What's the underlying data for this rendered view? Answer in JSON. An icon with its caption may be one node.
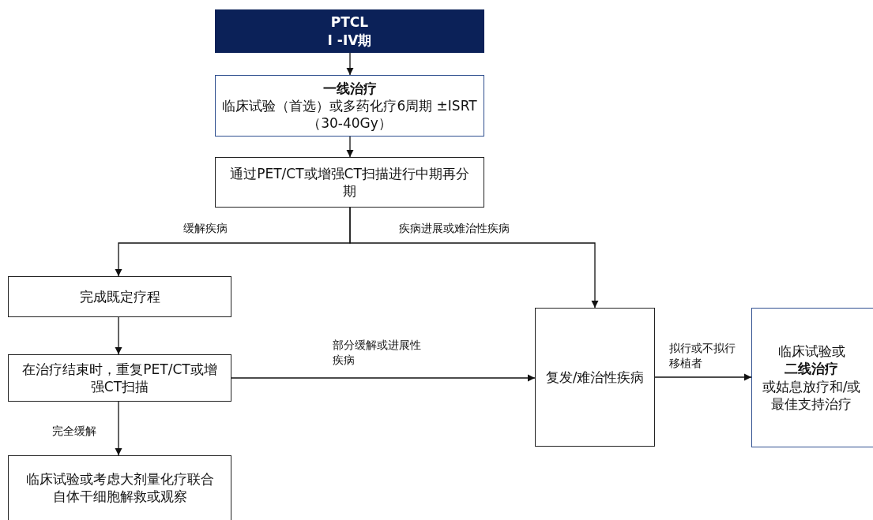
{
  "diagram": {
    "nodes": [
      {
        "text": [
          "PTCL",
          "I -IV期"
        ]
      },
      {
        "text": [
          "一线治疗",
          "临床试验（首选）或多药化疗6周期 ±ISRT（30-40Gy）"
        ]
      },
      {
        "text": [
          "通过PET/CT或增强CT扫描进行中期再分期"
        ]
      },
      {
        "text": [
          "完成既定疗程"
        ]
      },
      {
        "text": [
          "在治疗结束时，重复PET/CT或增强CT扫描"
        ]
      },
      {
        "text": [
          "临床试验或考虑大剂量化疗联合自体干细胞解救或观察"
        ]
      },
      {
        "text": [
          "复发/难治性疾病"
        ]
      },
      {
        "text": [
          "临床试验或",
          "二线治疗",
          "或姑息放疗和/或最佳支持治疗"
        ]
      }
    ],
    "edges": [
      {
        "from": 0,
        "to": 1,
        "arrow": "to"
      },
      {
        "from": 1,
        "to": 2,
        "arrow": "to"
      },
      {
        "from": 2,
        "to": 3,
        "arrow": "to",
        "label": "缓解疾病"
      },
      {
        "from": 2,
        "to": 6,
        "arrow": "to",
        "label": "疾病进展或难治性疾病"
      },
      {
        "from": 3,
        "to": 4,
        "arrow": "to"
      },
      {
        "from": 4,
        "to": 5,
        "arrow": "to",
        "label": "完全缓解"
      },
      {
        "from": 4,
        "to": 6,
        "arrow": "to",
        "label": "部分缓解或进展性疾病"
      },
      {
        "from": 6,
        "to": 7,
        "arrow": "to",
        "label": "拟行或不拟行移植者"
      }
    ]
  }
}
